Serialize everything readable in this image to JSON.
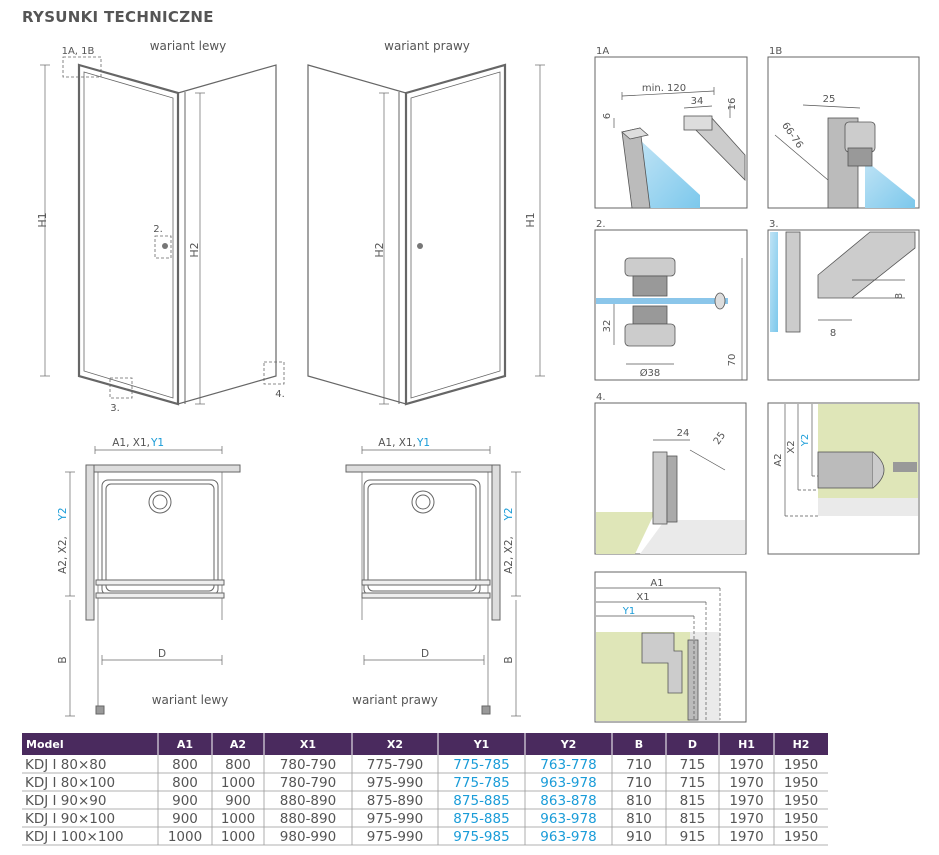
{
  "title": "RYSUNKI TECHNICZNE",
  "views": {
    "left_label": "wariant lewy",
    "right_label": "wariant prawy",
    "detail_ref": "1A, 1B",
    "ref2": "2.",
    "ref3": "3.",
    "ref4": "4.",
    "h1": "H1",
    "h2": "H2"
  },
  "plan": {
    "width_label_a": "A1, X1, ",
    "width_label_y": "Y1",
    "depth_label_a": "A2, X2, ",
    "depth_label_y": "Y2",
    "b_label": "B",
    "d_label": "D",
    "left_label": "wariant lewy",
    "right_label": "wariant prawy"
  },
  "details": {
    "d1a": {
      "label": "1A",
      "min": "min. 120",
      "w34": "34",
      "h16": "16",
      "h6": "6"
    },
    "d1b": {
      "label": "1B",
      "w25": "25",
      "range": "66-76"
    },
    "d2": {
      "label": "2.",
      "h32": "32",
      "dia": "Ø38",
      "h70": "70"
    },
    "d3": {
      "label": "3.",
      "h8": "8",
      "w8": "8"
    },
    "d4": {
      "label": "4.",
      "w24": "24",
      "w25": "25"
    },
    "d5": {
      "a2": "A2",
      "x2": "X2",
      "y2": "Y2"
    },
    "d6": {
      "a1": "A1",
      "x1": "X1",
      "y1": "Y1"
    }
  },
  "table": {
    "header_color": "#4a2a5e",
    "columns": [
      "Model",
      "A1",
      "A2",
      "X1",
      "X2",
      "Y1",
      "Y2",
      "B",
      "D",
      "H1",
      "H2"
    ],
    "rows": [
      [
        "KDJ I 80×80",
        "800",
        "800",
        "780-790",
        "775-790",
        "775-785",
        "763-778",
        "710",
        "715",
        "1970",
        "1950"
      ],
      [
        "KDJ I 80×100",
        "800",
        "1000",
        "780-790",
        "975-990",
        "775-785",
        "963-978",
        "710",
        "715",
        "1970",
        "1950"
      ],
      [
        "KDJ I 90×90",
        "900",
        "900",
        "880-890",
        "875-890",
        "875-885",
        "863-878",
        "810",
        "815",
        "1970",
        "1950"
      ],
      [
        "KDJ I 90×100",
        "900",
        "1000",
        "880-890",
        "975-990",
        "875-885",
        "963-978",
        "810",
        "815",
        "1970",
        "1950"
      ],
      [
        "KDJ I 100×100",
        "1000",
        "1000",
        "980-990",
        "975-990",
        "975-985",
        "963-978",
        "910",
        "915",
        "1970",
        "1950"
      ]
    ]
  }
}
